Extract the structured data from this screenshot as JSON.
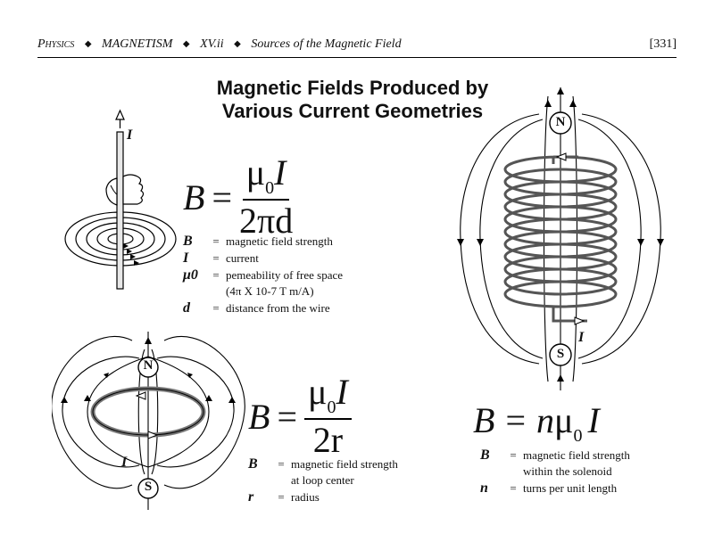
{
  "header": {
    "subject": "Physics",
    "unit": "MAGNETISM",
    "section": "XV.ii",
    "topic": "Sources of the Magnetic Field",
    "page": "[331]"
  },
  "title": {
    "line1": "Magnetic Fields Produced by",
    "line2": "Various Current Geometries"
  },
  "wire": {
    "formula": {
      "lhs": "B",
      "eq": "=",
      "num_mu": "μ",
      "num_sub": "0",
      "num_var": "I",
      "den": "2πd"
    },
    "current_label": "I",
    "legend": [
      {
        "sym": "B",
        "eq": "=",
        "text": "magnetic field strength"
      },
      {
        "sym": "I",
        "eq": "=",
        "text": "current"
      },
      {
        "sym": "μ0",
        "eq": "=",
        "text": "pemeability of free space"
      },
      {
        "sym": "",
        "eq": "",
        "text": "(4π X 10-7 T m/A)"
      },
      {
        "sym": "d",
        "eq": "=",
        "text": "distance from the wire"
      }
    ]
  },
  "loop": {
    "formula": {
      "lhs": "B",
      "eq": "=",
      "num_mu": "μ",
      "num_sub": "0",
      "num_var": "I",
      "den": "2r"
    },
    "north": "N",
    "south": "S",
    "current_label": "I",
    "legend": [
      {
        "sym": "B",
        "eq": "=",
        "text": "magnetic field strength"
      },
      {
        "sym": "",
        "eq": "",
        "text": "at loop center"
      },
      {
        "sym": "r",
        "eq": "=",
        "text": "radius"
      }
    ]
  },
  "solenoid": {
    "formula": {
      "lhs": "B",
      "eq": "=",
      "n": "n",
      "mu": "μ",
      "sub": "0",
      "var": "I"
    },
    "north": "N",
    "south": "S",
    "current_label": "I",
    "legend": [
      {
        "sym": "B",
        "eq": "=",
        "text": "magnetic field strength"
      },
      {
        "sym": "",
        "eq": "",
        "text": "within the solenoid"
      },
      {
        "sym": "n",
        "eq": "=",
        "text": "turns per unit length"
      }
    ]
  }
}
